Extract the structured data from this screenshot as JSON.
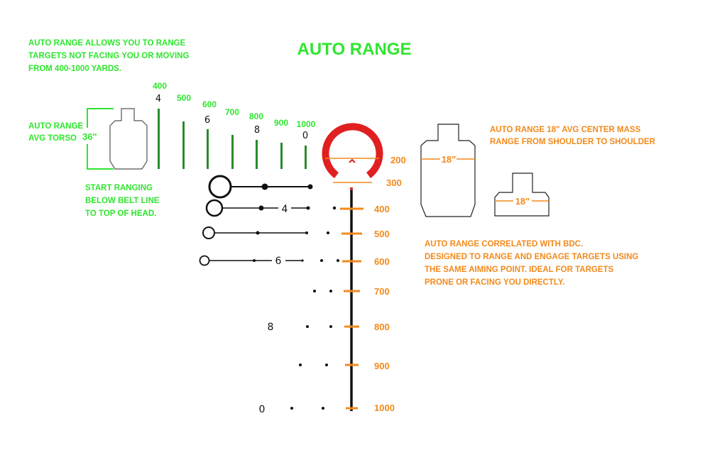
{
  "title": "AUTO RANGE",
  "intro_lines": [
    "AUTO RANGE ALLOWS YOU TO RANGE",
    "TARGETS NOT FACING YOU OR MOVING",
    "FROM 400-1000 YARDS."
  ],
  "torso_label_lines": [
    "AUTO RANGE",
    "AVG TORSO"
  ],
  "torso_height_label": "36\"",
  "ranging_lines": [
    "START RANGING",
    "BELOW BELT LINE",
    "TO TOP OF HEAD."
  ],
  "bar_ranges": [
    "400",
    "500",
    "600",
    "700",
    "800",
    "900",
    "1000"
  ],
  "bar_digits": [
    "4",
    "6",
    "8",
    "0"
  ],
  "reticle": {
    "ring_label": "200",
    "base_label": "300",
    "ladder_labels": [
      "400",
      "500",
      "600",
      "700",
      "800",
      "900",
      "1000"
    ],
    "row_digits": [
      "4",
      "6",
      "8",
      "0"
    ]
  },
  "center_mass_lines": [
    "AUTO RANGE 18\" AVG CENTER MASS",
    "RANGE FROM SHOULDER TO SHOULDER"
  ],
  "target_width_labels": [
    "18\"",
    "18\""
  ],
  "bdc_lines": [
    "AUTO RANGE CORRELATED WITH BDC.",
    "DESIGNED TO RANGE AND ENGAGE TARGETS USING",
    "THE SAME AIMING POINT. IDEAL FOR TARGETS",
    "PRONE OR FACING YOU DIRECTLY."
  ],
  "colors": {
    "green": "#2ee62e",
    "orange": "#f28a1c",
    "red": "#e02020",
    "bar": "#2a8a2a"
  }
}
